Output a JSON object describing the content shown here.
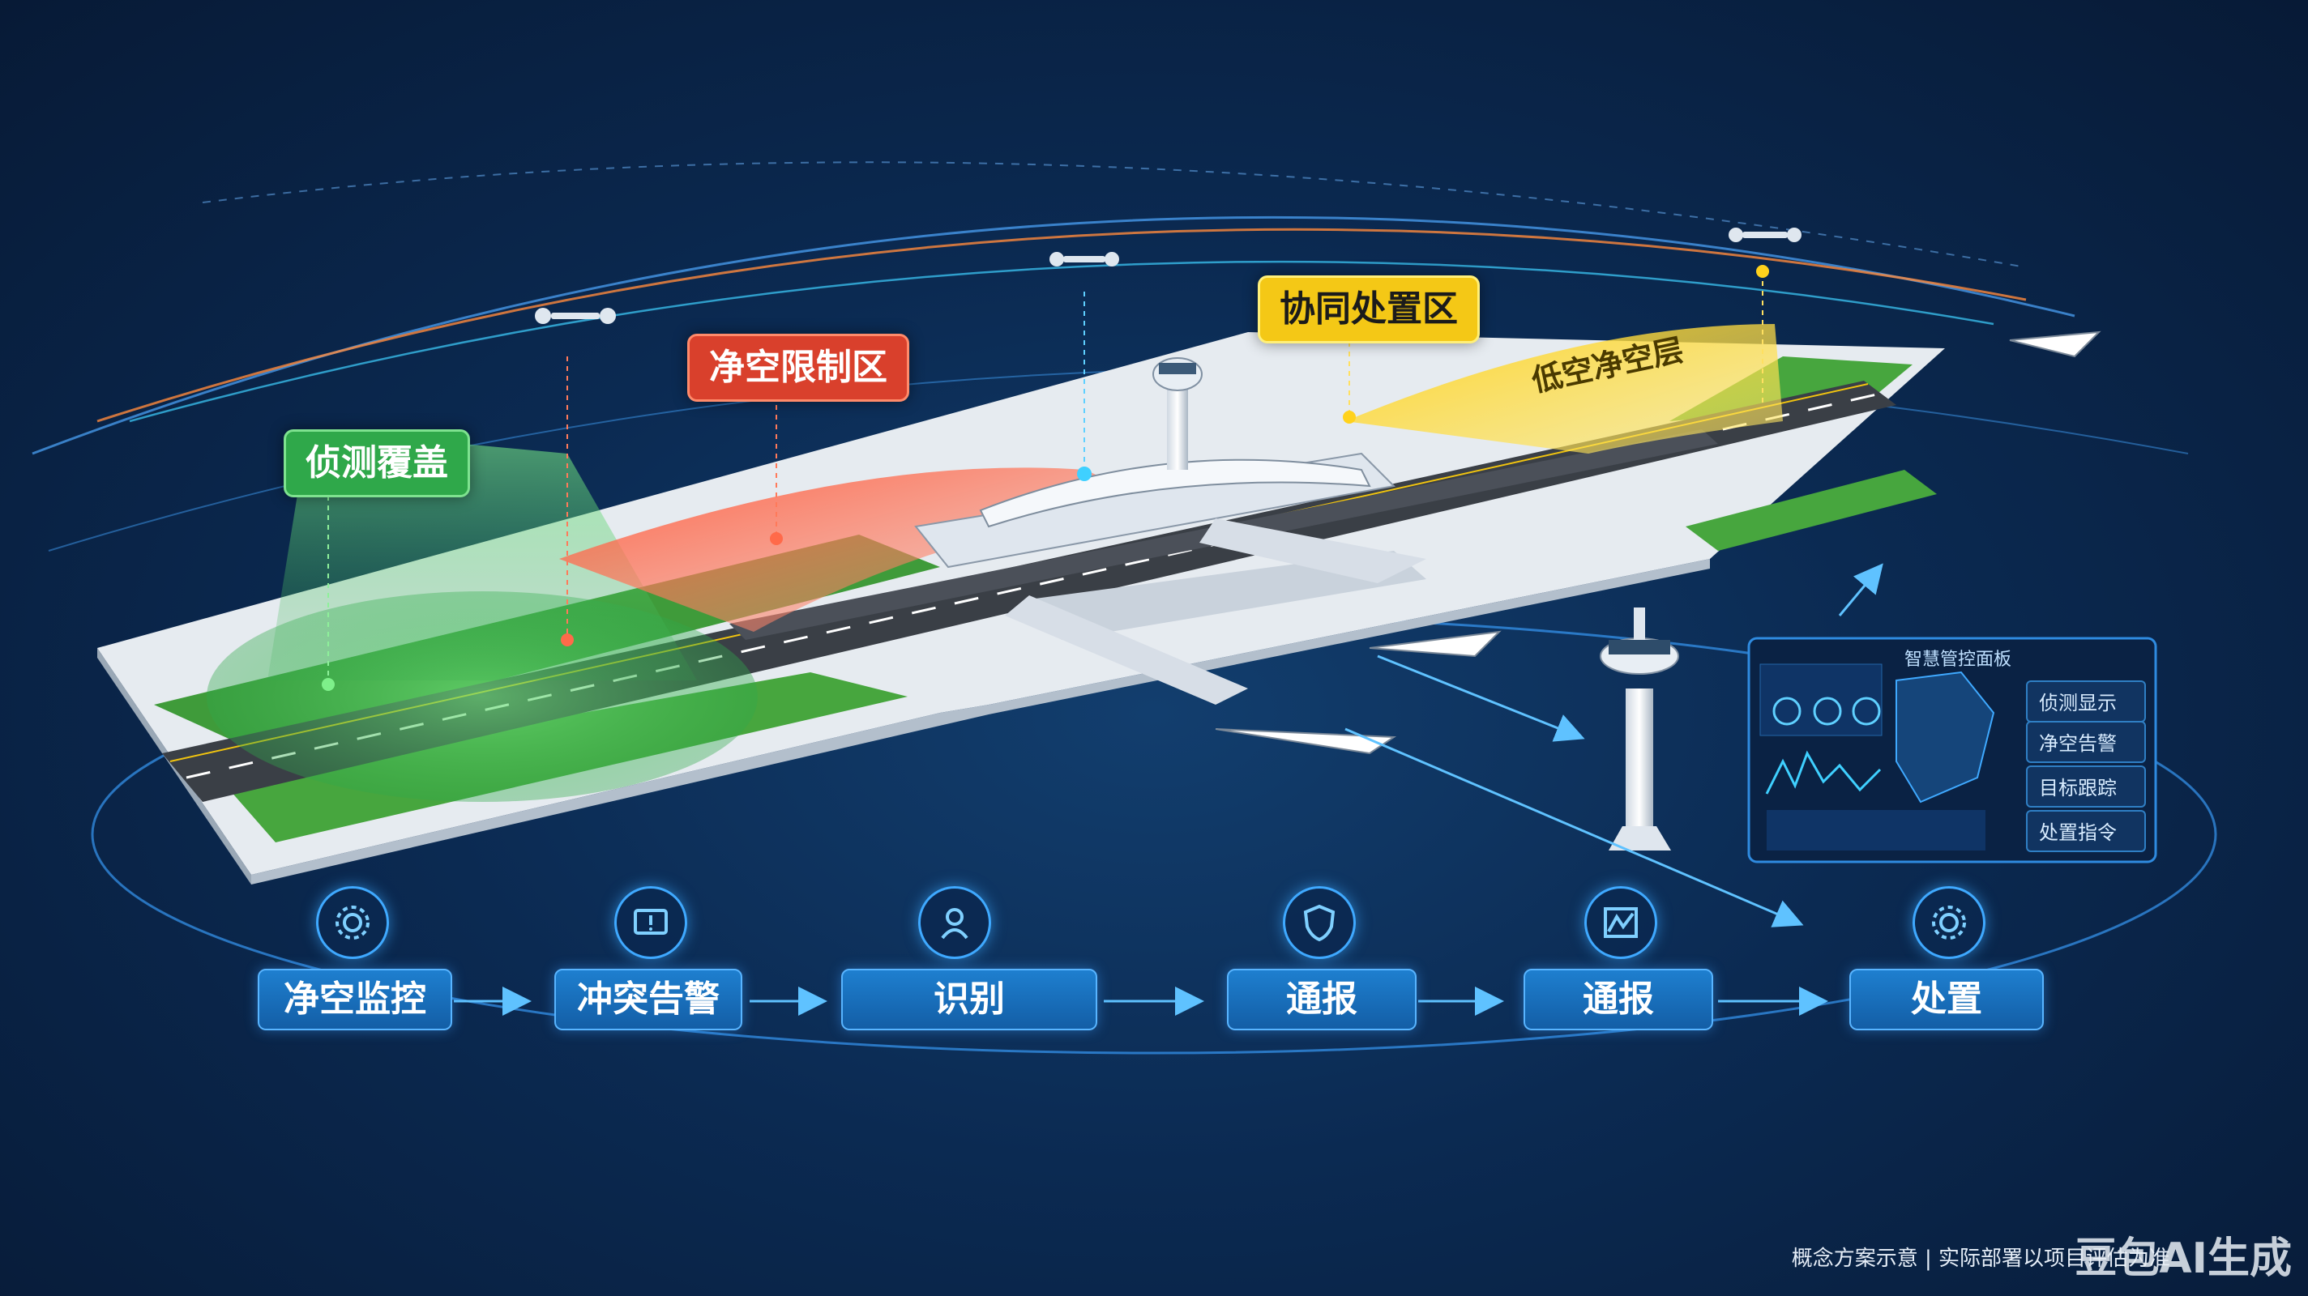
{
  "zones": {
    "detection": "侦测覆盖",
    "restricted": "净空限制区",
    "coordinated": "协同处置区",
    "low_altitude": "低空净空层"
  },
  "process": {
    "steps": [
      "净空监控",
      "冲突告警",
      "识别",
      "通报",
      "通报",
      "处置"
    ],
    "icons": [
      "gear-icon",
      "alert-screen-icon",
      "camera-person-icon",
      "shield-icon",
      "map-icon",
      "gear-icon"
    ]
  },
  "dashboard": {
    "title": "智慧管控面板",
    "menu": [
      "侦测显示",
      "净空告警",
      "目标跟踪",
      "处置指令"
    ]
  },
  "caption": "概念方案示意 | 实际部署以项目评估为准",
  "watermark": "豆包AI生成",
  "colors": {
    "detection": "#2fa84a",
    "restricted": "#d9402c",
    "coordinated": "#f4c816",
    "accent": "#3fa9ff",
    "background": "#0b2a52"
  }
}
